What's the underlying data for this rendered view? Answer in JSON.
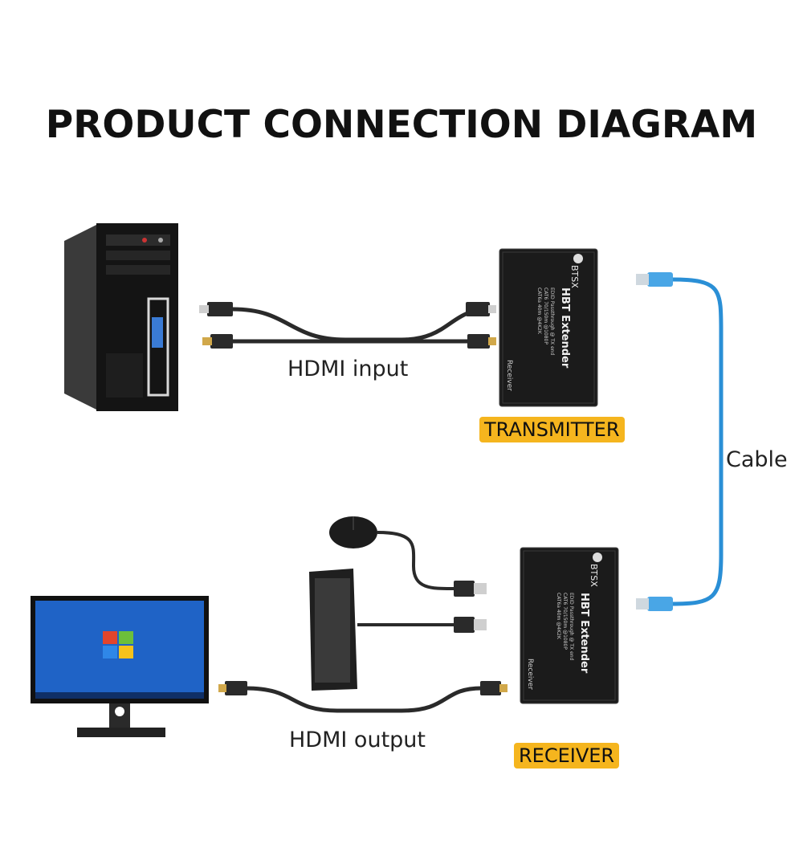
{
  "title": "PRODUCT CONNECTION DIAGRAM",
  "labels": {
    "hdmi_input": "HDMI input",
    "hdmi_output": "HDMI output",
    "cable": "Cable",
    "transmitter": "TRANSMITTER",
    "receiver": "RECEIVER"
  },
  "device": {
    "brand": "BTSX",
    "model": "HBT Extender",
    "spec_line_1": "EDID Passthrough @ TX end",
    "spec_line_2": "CAT6 70/150m @1080P",
    "spec_line_3": "CAT6a 40m @4K2K",
    "port_label": "Receiver"
  },
  "colors": {
    "badge": "#f5b51e",
    "network_cable": "#2a8fd6",
    "device_body": "#1b1b1b"
  }
}
